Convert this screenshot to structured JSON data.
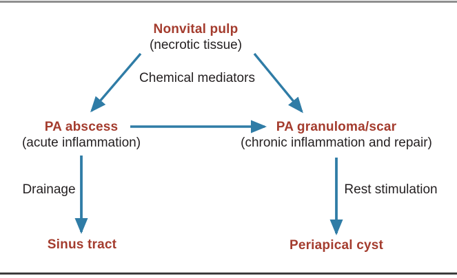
{
  "figure": {
    "type": "flowchart",
    "background": "#ffffff"
  },
  "colors": {
    "node_title": "#a43c2e",
    "body_text": "#231f20",
    "arrow": "#2f7ca6",
    "top_rule": "#8f8f8f",
    "bottom_rule": "#3c3c3c"
  },
  "diagram": {
    "nodes": {
      "nonvital": {
        "title": "Nonvital pulp",
        "subtitle": "(necrotic tissue)"
      },
      "abscess": {
        "title": "PA abscess",
        "subtitle": "(acute inflammation)"
      },
      "granuloma": {
        "title": "PA granuloma/scar",
        "subtitle": "(chronic inflammation and repair)"
      },
      "sinus": {
        "title": "Sinus tract"
      },
      "cyst": {
        "title": "Periapical cyst"
      }
    },
    "edge_labels": {
      "chemical": "Chemical mediators",
      "drainage": "Drainage",
      "rest": "Rest stimulation"
    },
    "edges": [
      {
        "from": "Nonvital pulp",
        "to": "PA abscess",
        "label": "Chemical mediators"
      },
      {
        "from": "Nonvital pulp",
        "to": "PA granuloma/scar",
        "label": "Chemical mediators"
      },
      {
        "from": "PA abscess",
        "to": "PA granuloma/scar",
        "label": ""
      },
      {
        "from": "PA abscess",
        "to": "Sinus tract",
        "label": "Drainage"
      },
      {
        "from": "PA granuloma/scar",
        "to": "Periapical cyst",
        "label": "Rest stimulation"
      }
    ]
  }
}
